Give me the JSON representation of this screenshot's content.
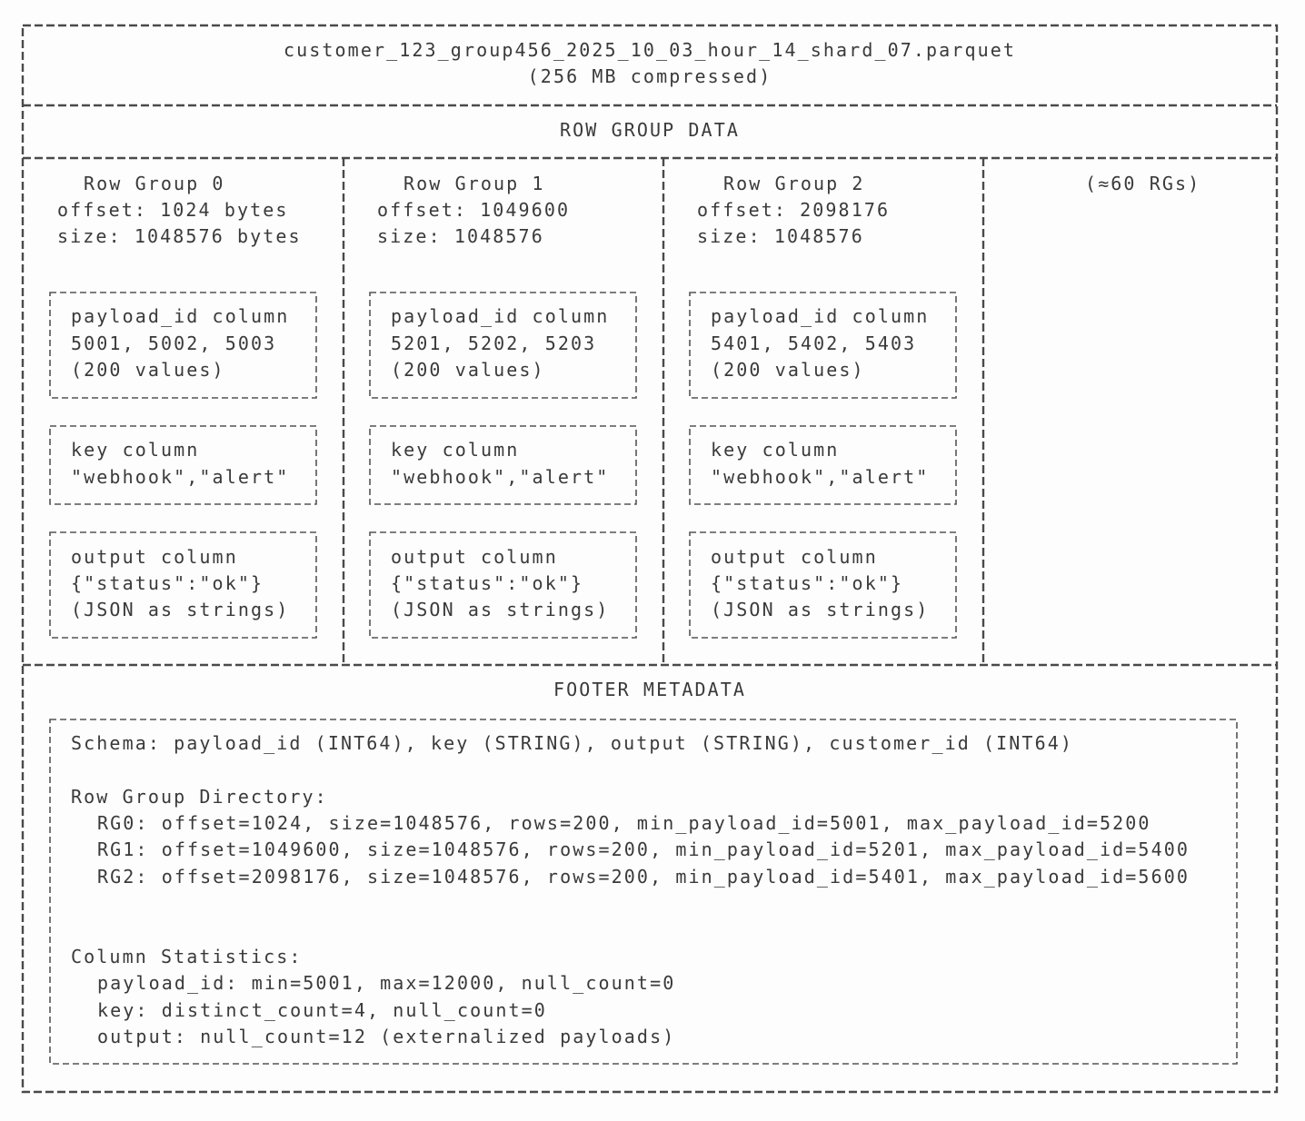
{
  "file": {
    "name": "customer_123_group456_2025_10_03_hour_14_shard_07.parquet",
    "size": "(256 MB compressed)"
  },
  "row_group_section": {
    "title": "ROW GROUP DATA"
  },
  "row_groups": [
    {
      "title": "Row Group 0",
      "offset": "offset: 1024 bytes",
      "size": "size: 1048576 bytes",
      "payload": {
        "title": "payload_id column",
        "values": "5001, 5002, 5003",
        "count": "(200 values)"
      },
      "key": {
        "title": "key column",
        "values": "\"webhook\",\"alert\""
      },
      "output": {
        "title": "output column",
        "values": "{\"status\":\"ok\"}",
        "note": "(JSON as strings)"
      }
    },
    {
      "title": "Row Group 1",
      "offset": "offset: 1049600",
      "size": "size: 1048576",
      "payload": {
        "title": "payload_id column",
        "values": "5201, 5202, 5203",
        "count": "(200 values)"
      },
      "key": {
        "title": "key column",
        "values": "\"webhook\",\"alert\""
      },
      "output": {
        "title": "output column",
        "values": "{\"status\":\"ok\"}",
        "note": "(JSON as strings)"
      }
    },
    {
      "title": "Row Group 2",
      "offset": "offset: 2098176",
      "size": "size: 1048576",
      "payload": {
        "title": "payload_id column",
        "values": "5401, 5402, 5403",
        "count": "(200 values)"
      },
      "key": {
        "title": "key column",
        "values": "\"webhook\",\"alert\""
      },
      "output": {
        "title": "output column",
        "values": "{\"status\":\"ok\"}",
        "note": "(JSON as strings)"
      }
    }
  ],
  "more_groups": "(≈60 RGs)",
  "footer": {
    "title": "FOOTER METADATA",
    "schema": "Schema: payload_id (INT64), key (STRING), output (STRING), customer_id (INT64)",
    "directory_title": "Row Group Directory:",
    "directory": [
      "RG0: offset=1024, size=1048576, rows=200, min_payload_id=5001, max_payload_id=5200",
      "RG1: offset=1049600, size=1048576, rows=200, min_payload_id=5201, max_payload_id=5400",
      "RG2: offset=2098176, size=1048576, rows=200, min_payload_id=5401, max_payload_id=5600"
    ],
    "stats_title": "Column Statistics:",
    "stats": [
      "payload_id: min=5001, max=12000, null_count=0",
      "key: distinct_count=4, null_count=0",
      "output: null_count=12 (externalized payloads)"
    ]
  }
}
